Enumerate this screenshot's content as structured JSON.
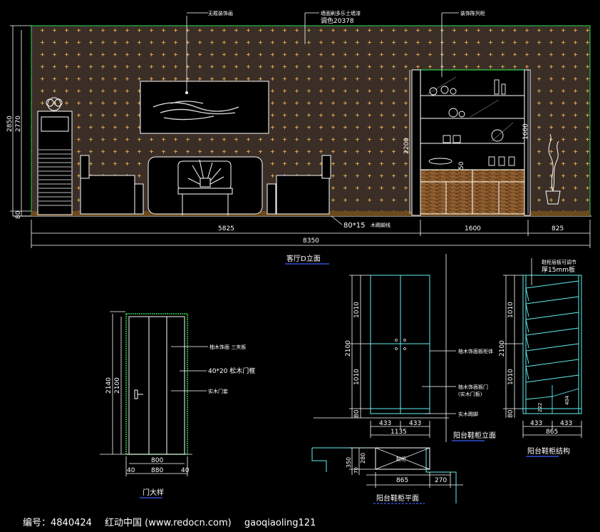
{
  "elevation": {
    "title": "客厅D立面",
    "notes": {
      "picture": "无框装饰画",
      "wall": "墙面刷多乐士墙漆",
      "wall_code": "调色20378",
      "cabinet": "装饰陈列柜"
    },
    "dims": {
      "h_total": "2850",
      "h_2770": "2770",
      "h_80": "80",
      "cab_h": "2200",
      "cab_small": "50",
      "cab_side": "1600",
      "w_5825": "5825",
      "w_1600": "1600",
      "w_825": "825",
      "w_total": "8350",
      "skirting": "80*15",
      "skirting_note": "木踢脚线"
    }
  },
  "door": {
    "title": "门大样",
    "notes": {
      "n1": "柚木饰面 三夹板",
      "n2": "40*20 松木门框",
      "n3": "实木门套"
    },
    "dims": {
      "h_2140": "2140",
      "h_2100": "2100",
      "w_800": "800",
      "w_880": "880",
      "side_l": "40",
      "side_r": "40"
    }
  },
  "shoe_front": {
    "title": "阳台鞋柜立面",
    "notes": {
      "n1": "柚木饰面板柜体",
      "n2": "柚木饰面板门",
      "n2b": "(实木门板)",
      "n3": "实木踢脚"
    },
    "dims": {
      "h_2100": "2100",
      "h_1010a": "1010",
      "h_1010b": "1010",
      "h_80": "80",
      "w_433a": "433",
      "w_433b": "433",
      "w_1135": "1135"
    }
  },
  "shoe_struct": {
    "title": "阳台鞋柜结构",
    "notes": {
      "n1": "鞋柜层板可调节",
      "n2": "厚15mm板"
    },
    "dims": {
      "h_2100": "2100",
      "h_1010a": "1010",
      "h_1010b": "1010",
      "h_80": "80",
      "h_222": "222",
      "h_404": "404",
      "w_433a": "433",
      "w_433b": "433",
      "w_865": "865"
    }
  },
  "shoe_plan": {
    "title": "阳台鞋柜平面",
    "label": "鞋柜",
    "dims": {
      "d_350": "350",
      "d_280": "280",
      "d_70": "70",
      "w_865": "865",
      "w_270": "270"
    }
  },
  "footer": {
    "id": "编号：4840424",
    "site": "红动中国 (www.redocn.com)",
    "author": "gaoqiaoling121"
  },
  "colors": {
    "wall_bg": "#3a2e27",
    "wall_pattern": "#d6a24a",
    "line": "#ffffff",
    "accent_green": "#2bd64b",
    "cabinet_wood": "#8a5a2a",
    "cyan": "#5ff0f0",
    "blue": "#3b5cff"
  }
}
